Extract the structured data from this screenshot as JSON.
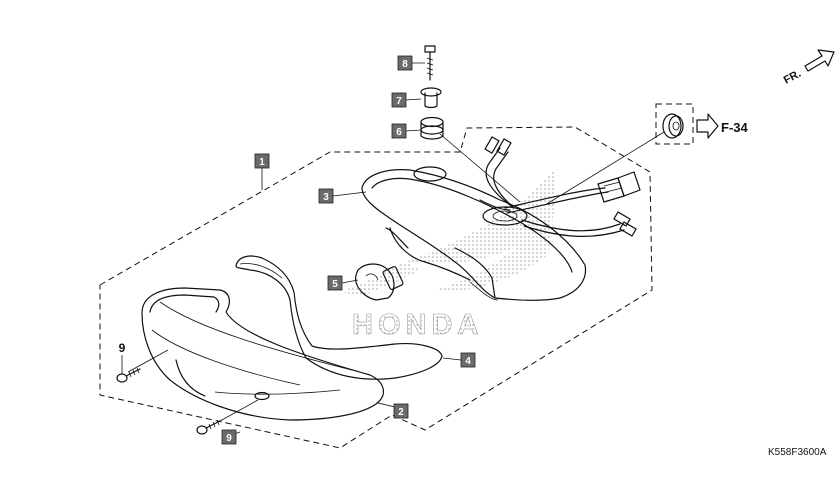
{
  "diagram": {
    "drawing_code": "K558F3600A",
    "front_indicator": "FR.",
    "reference": "F-34",
    "watermark_brand": "HONDA",
    "parts": [
      {
        "id": "1",
        "boxed": true
      },
      {
        "id": "2",
        "boxed": true
      },
      {
        "id": "3",
        "boxed": true
      },
      {
        "id": "4",
        "boxed": true
      },
      {
        "id": "5",
        "boxed": true
      },
      {
        "id": "6",
        "boxed": true
      },
      {
        "id": "7",
        "boxed": true
      },
      {
        "id": "8",
        "boxed": true
      },
      {
        "id": "9",
        "boxed": false
      },
      {
        "id": "9",
        "boxed": true
      }
    ]
  }
}
